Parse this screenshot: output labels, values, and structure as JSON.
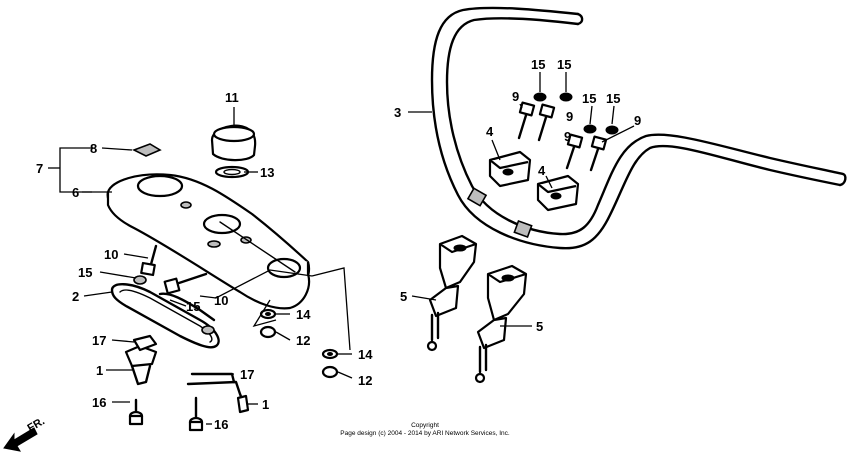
{
  "callouts": [
    {
      "id": "c11",
      "text": "11"
    },
    {
      "id": "c8",
      "text": "8"
    },
    {
      "id": "c7",
      "text": "7"
    },
    {
      "id": "c6",
      "text": "6"
    },
    {
      "id": "c13",
      "text": "13"
    },
    {
      "id": "c10a",
      "text": "10"
    },
    {
      "id": "c15a",
      "text": "15"
    },
    {
      "id": "c2",
      "text": "2"
    },
    {
      "id": "c15b",
      "text": "15"
    },
    {
      "id": "c10b",
      "text": "10"
    },
    {
      "id": "c14a",
      "text": "14"
    },
    {
      "id": "c12a",
      "text": "12"
    },
    {
      "id": "c14b",
      "text": "14"
    },
    {
      "id": "c12b",
      "text": "12"
    },
    {
      "id": "c17a",
      "text": "17"
    },
    {
      "id": "c1a",
      "text": "1"
    },
    {
      "id": "c16a",
      "text": "16"
    },
    {
      "id": "c17b",
      "text": "17"
    },
    {
      "id": "c1b",
      "text": "1"
    },
    {
      "id": "c16b",
      "text": "16"
    },
    {
      "id": "c3",
      "text": "3"
    },
    {
      "id": "c15c",
      "text": "15"
    },
    {
      "id": "c15d",
      "text": "15"
    },
    {
      "id": "c9a",
      "text": "9"
    },
    {
      "id": "c9b",
      "text": "9"
    },
    {
      "id": "c15e",
      "text": "15"
    },
    {
      "id": "c15f",
      "text": "15"
    },
    {
      "id": "c4a",
      "text": "4"
    },
    {
      "id": "c9c",
      "text": "9"
    },
    {
      "id": "c9d",
      "text": "9"
    },
    {
      "id": "c4b",
      "text": "4"
    },
    {
      "id": "c5a",
      "text": "5"
    },
    {
      "id": "c5b",
      "text": "5"
    }
  ],
  "direction_label": "FR.",
  "copyright": {
    "line1": "Copyright",
    "line2": "Page design (c) 2004 - 2014 by ARI Network Services, Inc."
  }
}
